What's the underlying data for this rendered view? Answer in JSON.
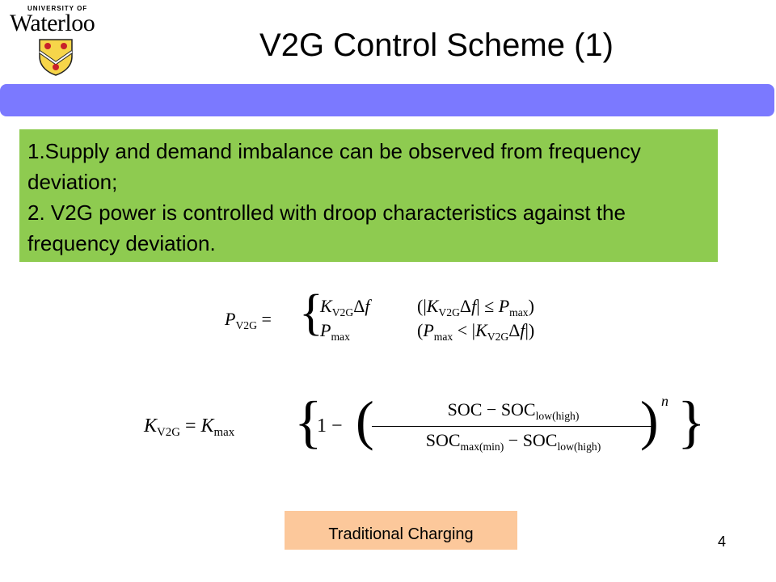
{
  "logo": {
    "university_label": "UNIVERSITY OF",
    "name": "Waterloo"
  },
  "title": "V2G Control Scheme (1)",
  "points": [
    "1.Supply and demand imbalance can be observed from frequency deviation;",
    "2. V2G power is controlled with droop characteristics against the frequency deviation."
  ],
  "button_label": "Traditional Charging",
  "page_number": "4",
  "colors": {
    "band": "#7b79ff",
    "green_box": "#8ecb50",
    "button": "#fcc89b"
  }
}
